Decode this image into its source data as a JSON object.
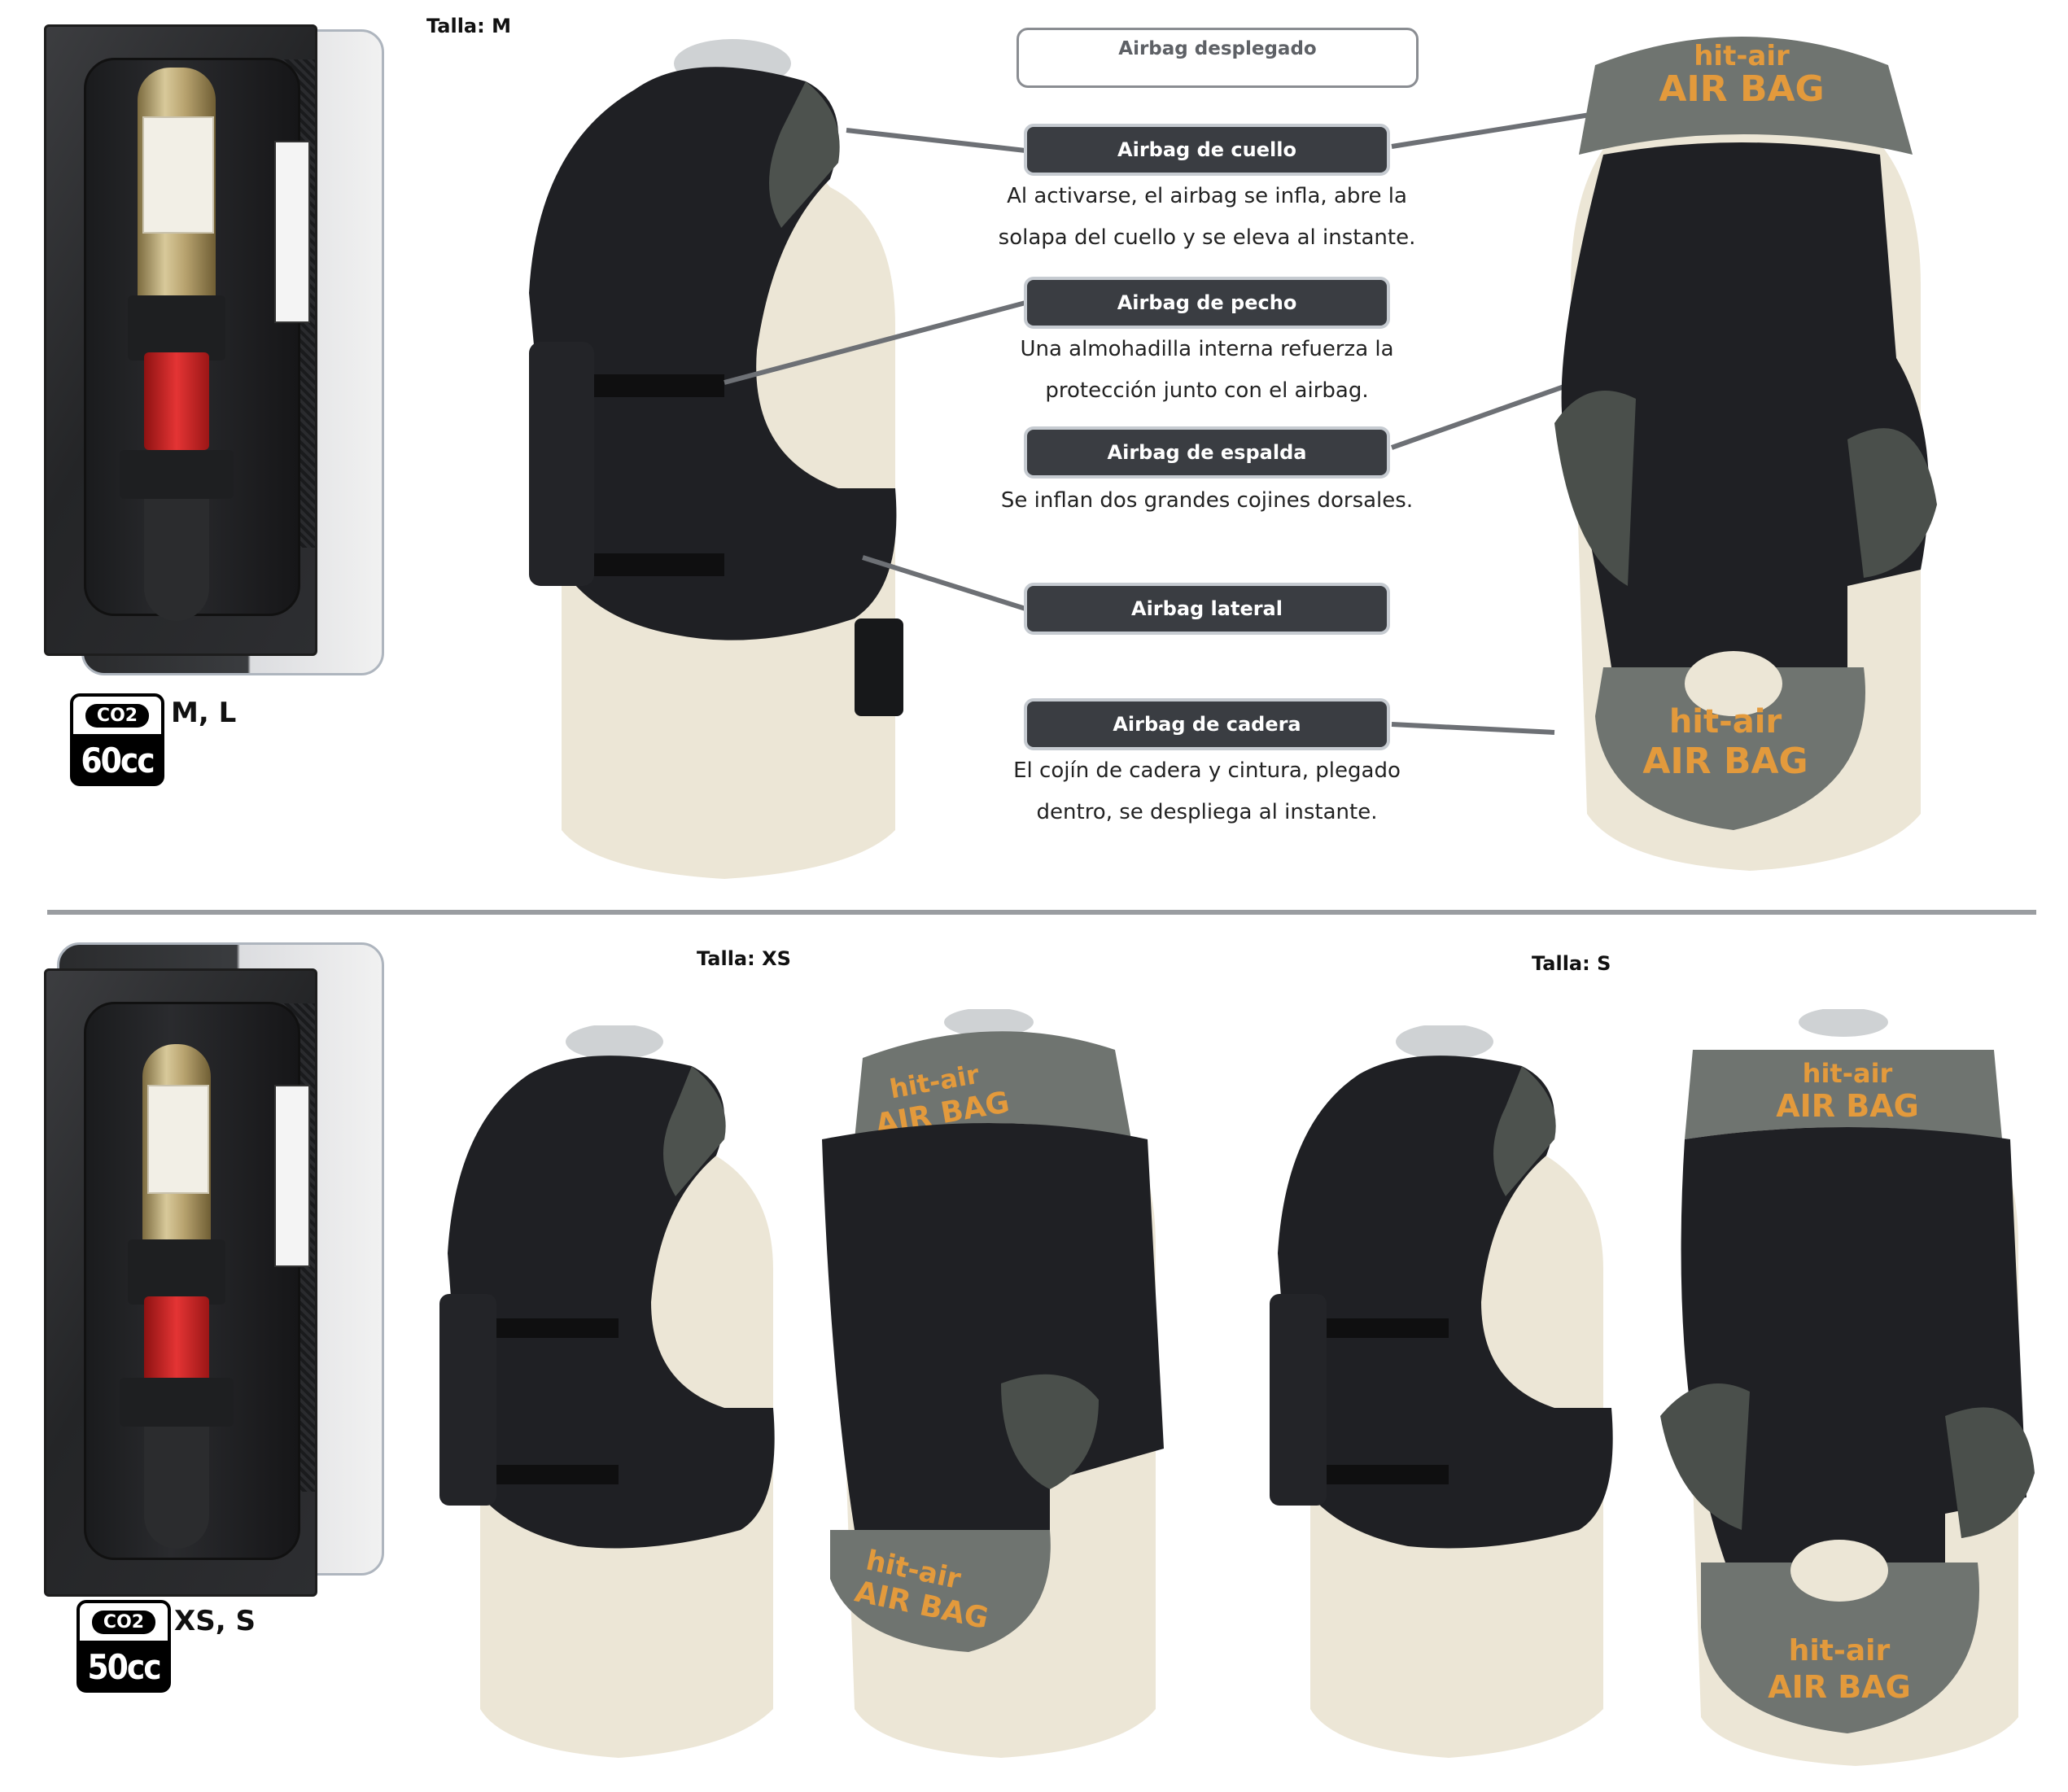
{
  "header": {
    "size_m": "Talla: M",
    "deployed_title": "Airbag desplegado"
  },
  "labels": [
    {
      "name": "Airbag de cuello",
      "desc": [
        "Al activarse, el airbag se infla, abre la",
        "solapa del cuello y se eleva al instante."
      ]
    },
    {
      "name": "Airbag de pecho",
      "desc": [
        "Una almohadilla interna refuerza la",
        "protección junto con el airbag."
      ]
    },
    {
      "name": "Airbag de espalda",
      "desc": [
        "Se inflan dos grandes cojines dorsales."
      ]
    },
    {
      "name": "Airbag lateral",
      "desc": []
    },
    {
      "name": "Airbag de cadera",
      "desc": [
        "El cojín de cadera y cintura, plegado",
        "dentro, se despliega al instante."
      ]
    }
  ],
  "badges": {
    "large": {
      "gas": "CO2",
      "volume": "60cc",
      "sizes": "M, L"
    },
    "small": {
      "gas": "CO2",
      "volume": "50cc",
      "sizes": "XS, S"
    }
  },
  "bottom": {
    "size_xs": "Talla: XS",
    "size_s": "Talla: S"
  },
  "brand_logo": {
    "line1": "hit-air",
    "line2": "AIR BAG"
  },
  "colors": {
    "vest": "#1f2024",
    "airbag_gray": "#6f7470",
    "logo_orange": "#e39a3c",
    "pill_bg": "#3a3d42",
    "mannequin": "#ece6d6"
  }
}
